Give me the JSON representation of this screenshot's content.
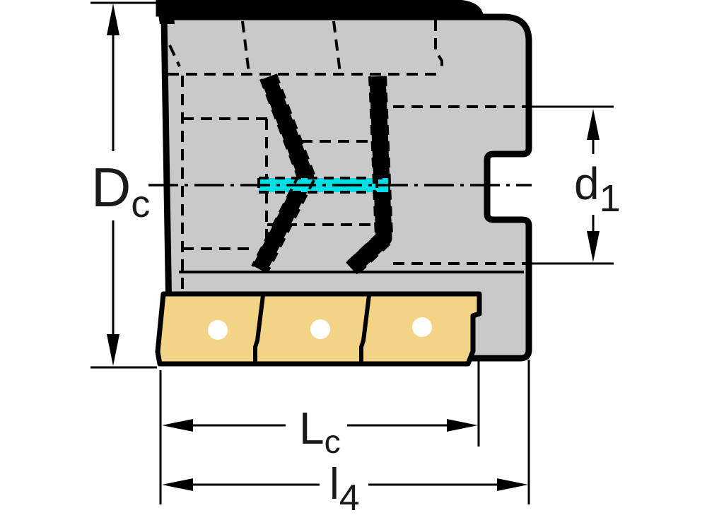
{
  "drawing": {
    "description": "Face milling cutter cross-section technical drawing",
    "labels": {
      "cutting_diameter": {
        "main": "D",
        "sub": "c"
      },
      "bore_diameter": {
        "main": "d",
        "sub": "1"
      },
      "cutting_length": {
        "main": "L",
        "sub": "c"
      },
      "overall_length": {
        "main": "l",
        "sub": "4"
      }
    },
    "inserts": {
      "count": 3
    },
    "colors": {
      "background": "#ffffff",
      "body_gray": "#c9c9c9",
      "outline_black": "#000000",
      "coolant_cyan": "#00dfe6",
      "insert_tan": "#f3d486",
      "hole_white": "#ffffff"
    }
  }
}
